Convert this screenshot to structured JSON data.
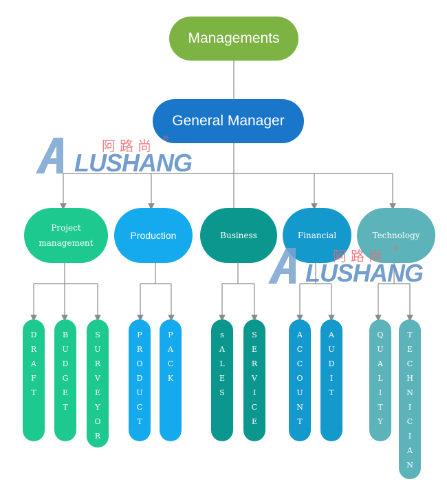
{
  "top": {
    "label": "Managements",
    "color": "#7cb342"
  },
  "general_manager": {
    "label": "General Manager",
    "color": "#1976c9"
  },
  "departments": [
    {
      "line1": "Project",
      "line2": "management",
      "color": "#1ec98f",
      "children": [
        {
          "label": "DRAFT"
        },
        {
          "label": "BUDGET"
        },
        {
          "label": "SURVEYOR"
        }
      ]
    },
    {
      "line1": "Production",
      "line2": "",
      "color": "#15aaee",
      "children": [
        {
          "label": "PRODUCT"
        },
        {
          "label": "PACK"
        }
      ]
    },
    {
      "line1": "Business",
      "line2": "",
      "color": "#0b978e",
      "children": [
        {
          "label": "sALES"
        },
        {
          "label": "SERVICE"
        }
      ]
    },
    {
      "line1": "Financial",
      "line2": "",
      "color": "#1499cc",
      "children": [
        {
          "label": "ACCOUNT"
        },
        {
          "label": "AUDIT"
        }
      ]
    },
    {
      "line1": "Technology",
      "line2": "",
      "color": "#5cb3b9",
      "children": [
        {
          "label": "QUALITY"
        },
        {
          "label": "TECHNICIAN"
        }
      ]
    }
  ],
  "watermark": {
    "cn": "阿路尚",
    "word": "LUSHANG",
    "reg": "®"
  }
}
